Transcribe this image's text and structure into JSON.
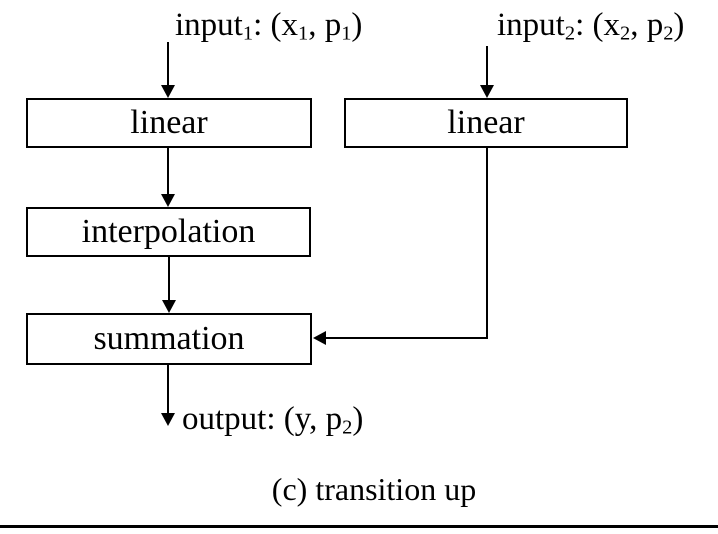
{
  "colors": {
    "ink": "#000000",
    "background": "#ffffff"
  },
  "diagram": {
    "inputs": {
      "input1": {
        "name": "input",
        "name_sub": "1",
        "sep": ": (",
        "x": "x",
        "x_sub": "1",
        "comma": ", ",
        "p": "p",
        "p_sub": "1",
        "close": ")"
      },
      "input2": {
        "name": "input",
        "name_sub": "2",
        "sep": ": (",
        "x": "x",
        "x_sub": "2",
        "comma": ", ",
        "p": "p",
        "p_sub": "2",
        "close": ")"
      }
    },
    "boxes": {
      "linear_left": "linear",
      "linear_right": "linear",
      "interpolation": "interpolation",
      "summation": "summation"
    },
    "output": {
      "name": "output",
      "sep": ": (",
      "y": "y",
      "comma": ", ",
      "p": "p",
      "p_sub": "2",
      "close": ")"
    },
    "caption": "(c) transition up"
  }
}
